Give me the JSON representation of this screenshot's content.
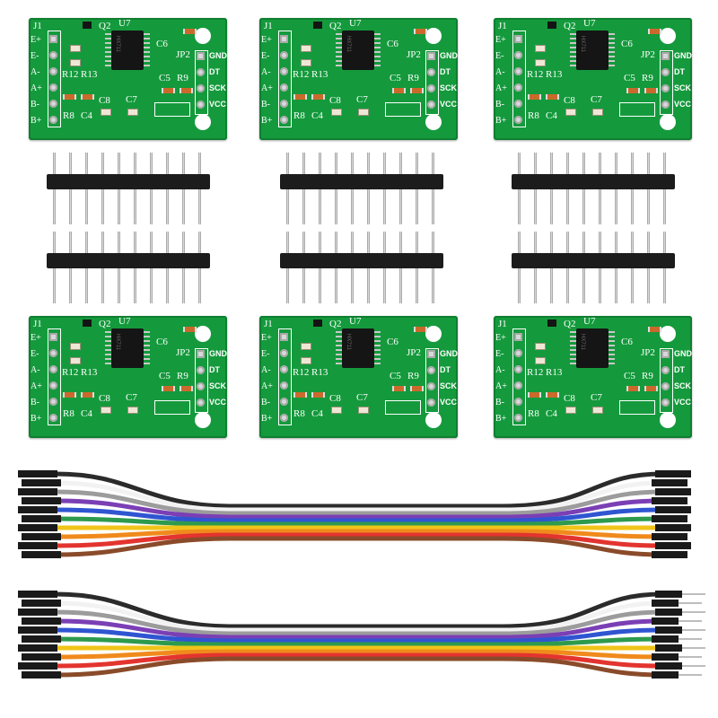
{
  "image": {
    "description_free": true
  },
  "board_labels": {
    "j1": "J1",
    "q2": "Q2",
    "u7": "U7",
    "c6": "C6",
    "jp2": "JP2",
    "r12": "R12",
    "r13": "R13",
    "c5": "C5",
    "r9": "R9",
    "c8": "C8",
    "c7": "C7",
    "r8": "R8",
    "c4": "C4",
    "left_pins": [
      "E+",
      "E-",
      "A-",
      "A+",
      "B-",
      "B+"
    ],
    "right_pins": [
      "GND",
      "DT",
      "SCK",
      "VCC"
    ],
    "chip_marking": "HX711",
    "pcb_color": "#149a3c"
  },
  "boards": [
    "board-1",
    "board-2",
    "board-3",
    "board-4",
    "board-5",
    "board-6"
  ],
  "headers": [
    "header-1",
    "header-2",
    "header-3",
    "header-4",
    "header-5",
    "header-6"
  ],
  "cables": {
    "wire_colors": [
      "#2b2b2b",
      "#f2f2f2",
      "#9c9c9c",
      "#7b3fb5",
      "#2f55d1",
      "#2d9a4e",
      "#f0c419",
      "#f08a1c",
      "#e3342f",
      "#8a4b2a"
    ],
    "cable_1_type": "female-female",
    "cable_2_type": "female-male"
  }
}
